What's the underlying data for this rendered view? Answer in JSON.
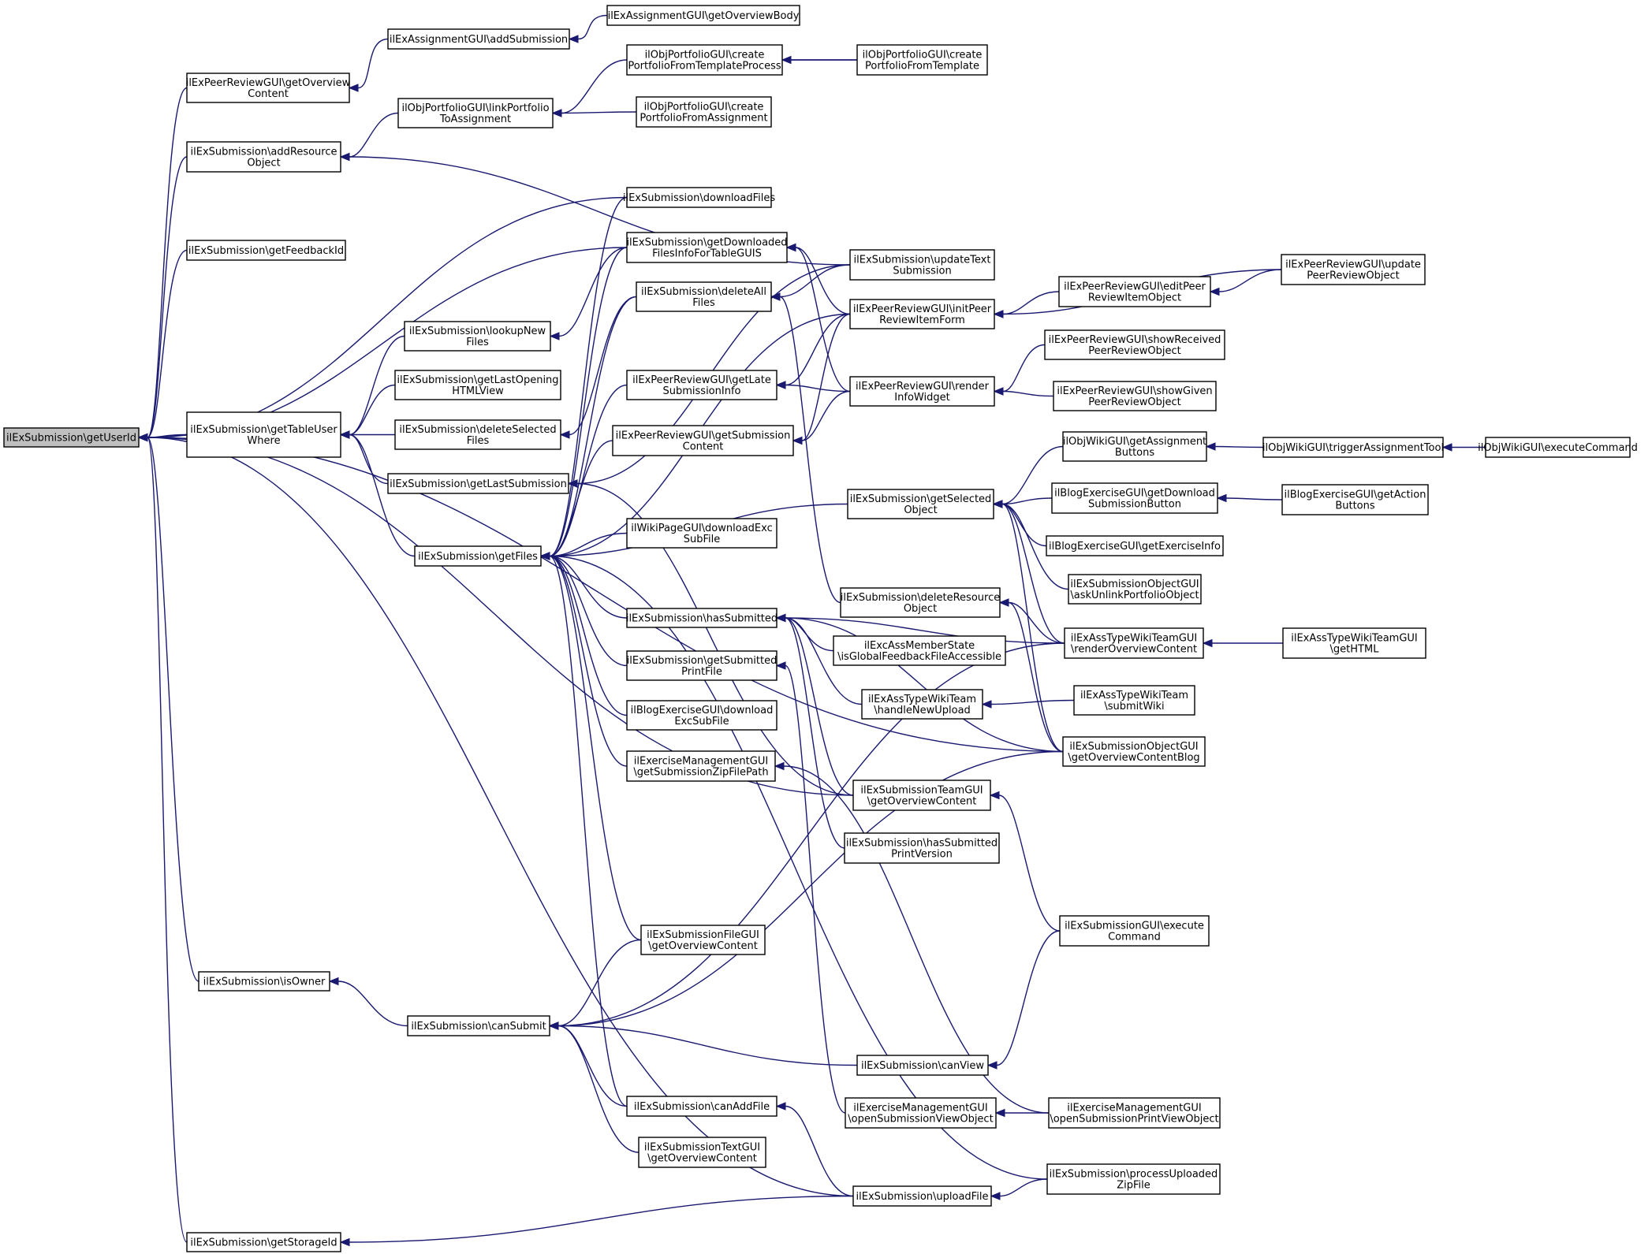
{
  "graph": {
    "root": "root",
    "nodes": [
      {
        "id": "root",
        "lines": [
          "ilExSubmission\\getUserId"
        ]
      },
      {
        "id": "peer_ov",
        "lines": [
          "ilExPeerReviewGUI\\getOverview",
          "Content"
        ]
      },
      {
        "id": "add_res",
        "lines": [
          "ilExSubmission\\addResource",
          "Object"
        ]
      },
      {
        "id": "fb_id",
        "lines": [
          "ilExSubmission\\getFeedbackId"
        ]
      },
      {
        "id": "table_where",
        "lines": [
          "ilExSubmission\\getTableUser",
          "Where"
        ]
      },
      {
        "id": "is_owner",
        "lines": [
          "ilExSubmission\\isOwner"
        ]
      },
      {
        "id": "storage_id",
        "lines": [
          "ilExSubmission\\getStorageId"
        ]
      },
      {
        "id": "assign_add",
        "lines": [
          "ilExAssignmentGUI\\addSubmission"
        ]
      },
      {
        "id": "assign_body",
        "lines": [
          "ilExAssignmentGUI\\getOverviewBody"
        ]
      },
      {
        "id": "link_pf",
        "lines": [
          "ilObjPortfolioGUI\\linkPortfolio",
          "ToAssignment"
        ]
      },
      {
        "id": "pf_tpl_proc",
        "lines": [
          "ilObjPortfolioGUI\\create",
          "PortfolioFromTemplateProcess"
        ]
      },
      {
        "id": "pf_tpl",
        "lines": [
          "ilObjPortfolioGUI\\create",
          "PortfolioFromTemplate"
        ]
      },
      {
        "id": "pf_assign",
        "lines": [
          "ilObjPortfolioGUI\\create",
          "PortfolioFromAssignment"
        ]
      },
      {
        "id": "dl_files",
        "lines": [
          "ilExSubmission\\downloadFiles"
        ]
      },
      {
        "id": "get_dl_info",
        "lines": [
          "ilExSubmission\\getDownloaded",
          "FilesInfoForTableGUIS"
        ]
      },
      {
        "id": "update_text",
        "lines": [
          "ilExSubmission\\updateText",
          "Submission"
        ]
      },
      {
        "id": "delete_all",
        "lines": [
          "ilExSubmission\\deleteAll",
          "Files"
        ]
      },
      {
        "id": "lookup_new",
        "lines": [
          "ilExSubmission\\lookupNew",
          "Files"
        ]
      },
      {
        "id": "last_opening",
        "lines": [
          "ilExSubmission\\getLastOpening",
          "HTMLView"
        ]
      },
      {
        "id": "delete_sel",
        "lines": [
          "ilExSubmission\\deleteSelected",
          "Files"
        ]
      },
      {
        "id": "last_sub",
        "lines": [
          "ilExSubmission\\getLastSubmission"
        ]
      },
      {
        "id": "get_files",
        "lines": [
          "ilExSubmission\\getFiles"
        ]
      },
      {
        "id": "late_info",
        "lines": [
          "ilExPeerReviewGUI\\getLate",
          "SubmissionInfo"
        ]
      },
      {
        "id": "sub_content",
        "lines": [
          "ilExPeerReviewGUI\\getSubmission",
          "Content"
        ]
      },
      {
        "id": "wiki_dl",
        "lines": [
          "ilWikiPageGUI\\downloadExc",
          "SubFile"
        ]
      },
      {
        "id": "has_submitted",
        "lines": [
          "ilExSubmission\\hasSubmitted"
        ]
      },
      {
        "id": "print_file",
        "lines": [
          "ilExSubmission\\getSubmitted",
          "PrintFile"
        ]
      },
      {
        "id": "blog_dl",
        "lines": [
          "ilBlogExerciseGUI\\download",
          "ExcSubFile"
        ]
      },
      {
        "id": "zip_path",
        "lines": [
          "ilExerciseManagementGUI",
          "\\getSubmissionZipFilePath"
        ]
      },
      {
        "id": "file_gui",
        "lines": [
          "ilExSubmissionFileGUI",
          "\\getOverviewContent"
        ]
      },
      {
        "id": "can_submit",
        "lines": [
          "ilExSubmission\\canSubmit"
        ]
      },
      {
        "id": "can_add",
        "lines": [
          "ilExSubmission\\canAddFile"
        ]
      },
      {
        "id": "text_gui",
        "lines": [
          "ilExSubmissionTextGUI",
          "\\getOverviewContent"
        ]
      },
      {
        "id": "init_peer",
        "lines": [
          "ilExPeerReviewGUI\\initPeer",
          "ReviewItemForm"
        ]
      },
      {
        "id": "render_info",
        "lines": [
          "ilExPeerReviewGUI\\render",
          "InfoWidget"
        ]
      },
      {
        "id": "get_selected",
        "lines": [
          "ilExSubmission\\getSelected",
          "Object"
        ]
      },
      {
        "id": "del_res",
        "lines": [
          "ilExSubmission\\deleteResource",
          "Object"
        ]
      },
      {
        "id": "member_state",
        "lines": [
          "ilExcAssMemberState",
          "\\isGlobalFeedbackFileAccessible"
        ]
      },
      {
        "id": "wiki_upload",
        "lines": [
          "ilExAssTypeWikiTeam",
          "\\handleNewUpload"
        ]
      },
      {
        "id": "team_gui",
        "lines": [
          "ilExSubmissionTeamGUI",
          "\\getOverviewContent"
        ]
      },
      {
        "id": "has_print",
        "lines": [
          "ilExSubmission\\hasSubmitted",
          "PrintVersion"
        ]
      },
      {
        "id": "can_view",
        "lines": [
          "ilExSubmission\\canView"
        ]
      },
      {
        "id": "open_view",
        "lines": [
          "ilExerciseManagementGUI",
          "\\openSubmissionViewObject"
        ]
      },
      {
        "id": "upload_file",
        "lines": [
          "ilExSubmission\\uploadFile"
        ]
      },
      {
        "id": "edit_peer",
        "lines": [
          "ilExPeerReviewGUI\\editPeer",
          "ReviewItemObject"
        ]
      },
      {
        "id": "upd_peer",
        "lines": [
          "ilExPeerReviewGUI\\update",
          "PeerReviewObject"
        ]
      },
      {
        "id": "show_recv",
        "lines": [
          "ilExPeerReviewGUI\\showReceived",
          "PeerReviewObject"
        ]
      },
      {
        "id": "show_given",
        "lines": [
          "ilExPeerReviewGUI\\showGiven",
          "PeerReviewObject"
        ]
      },
      {
        "id": "wiki_buttons",
        "lines": [
          "ilObjWikiGUI\\getAssignment",
          "Buttons"
        ]
      },
      {
        "id": "trigger_tool",
        "lines": [
          "ilObjWikiGUI\\triggerAssignmentTool"
        ]
      },
      {
        "id": "exec_cmd",
        "lines": [
          "ilObjWikiGUI\\executeCommand"
        ]
      },
      {
        "id": "blog_dl_btn",
        "lines": [
          "ilBlogExerciseGUI\\getDownload",
          "SubmissionButton"
        ]
      },
      {
        "id": "blog_action",
        "lines": [
          "ilBlogExerciseGUI\\getAction",
          "Buttons"
        ]
      },
      {
        "id": "blog_info",
        "lines": [
          "ilBlogExerciseGUI\\getExerciseInfo"
        ]
      },
      {
        "id": "ask_unlink",
        "lines": [
          "ilExSubmissionObjectGUI",
          "\\askUnlinkPortfolioObject"
        ]
      },
      {
        "id": "wiki_render",
        "lines": [
          "ilExAssTypeWikiTeamGUI",
          "\\renderOverviewContent"
        ]
      },
      {
        "id": "wiki_html",
        "lines": [
          "ilExAssTypeWikiTeamGUI",
          "\\getHTML"
        ]
      },
      {
        "id": "submit_wiki",
        "lines": [
          "ilExAssTypeWikiTeam",
          "\\submitWiki"
        ]
      },
      {
        "id": "ov_blog",
        "lines": [
          "ilExSubmissionObjectGUI",
          "\\getOverviewContentBlog"
        ]
      },
      {
        "id": "sub_exec",
        "lines": [
          "ilExSubmissionGUI\\execute",
          "Command"
        ]
      },
      {
        "id": "open_print",
        "lines": [
          "ilExerciseManagementGUI",
          "\\openSubmissionPrintViewObject"
        ]
      },
      {
        "id": "process_zip",
        "lines": [
          "ilExSubmission\\processUploaded",
          "ZipFile"
        ]
      }
    ],
    "edges": [
      [
        "root",
        "peer_ov"
      ],
      [
        "root",
        "add_res"
      ],
      [
        "root",
        "fb_id"
      ],
      [
        "root",
        "dl_files"
      ],
      [
        "root",
        "get_dl_info"
      ],
      [
        "root",
        "table_where"
      ],
      [
        "root",
        "team_gui"
      ],
      [
        "root",
        "ov_blog"
      ],
      [
        "root",
        "is_owner"
      ],
      [
        "root",
        "upload_file"
      ],
      [
        "root",
        "storage_id"
      ],
      [
        "peer_ov",
        "assign_add"
      ],
      [
        "assign_add",
        "assign_body"
      ],
      [
        "add_res",
        "link_pf"
      ],
      [
        "add_res",
        "update_text"
      ],
      [
        "link_pf",
        "pf_tpl_proc"
      ],
      [
        "link_pf",
        "pf_assign"
      ],
      [
        "pf_tpl_proc",
        "pf_tpl"
      ],
      [
        "pf_tpl",
        "pf_tpl_proc"
      ],
      [
        "table_where",
        "lookup_new"
      ],
      [
        "table_where",
        "last_opening"
      ],
      [
        "table_where",
        "delete_sel"
      ],
      [
        "table_where",
        "last_sub"
      ],
      [
        "table_where",
        "get_files"
      ],
      [
        "lookup_new",
        "get_dl_info"
      ],
      [
        "delete_sel",
        "delete_all"
      ],
      [
        "last_sub",
        "update_text"
      ],
      [
        "last_sub",
        "team_gui"
      ],
      [
        "get_files",
        "dl_files"
      ],
      [
        "get_files",
        "get_dl_info"
      ],
      [
        "get_files",
        "delete_all"
      ],
      [
        "get_files",
        "late_info"
      ],
      [
        "get_files",
        "sub_content"
      ],
      [
        "get_files",
        "wiki_dl"
      ],
      [
        "get_files",
        "has_submitted"
      ],
      [
        "get_files",
        "print_file"
      ],
      [
        "get_files",
        "blog_dl"
      ],
      [
        "get_files",
        "zip_path"
      ],
      [
        "get_files",
        "get_selected"
      ],
      [
        "get_files",
        "file_gui"
      ],
      [
        "get_files",
        "can_add"
      ],
      [
        "get_files",
        "process_zip"
      ],
      [
        "get_files",
        "init_peer"
      ],
      [
        "get_dl_info",
        "init_peer"
      ],
      [
        "get_dl_info",
        "render_info"
      ],
      [
        "delete_all",
        "update_text"
      ],
      [
        "delete_all",
        "del_res"
      ],
      [
        "late_info",
        "init_peer"
      ],
      [
        "late_info",
        "render_info"
      ],
      [
        "sub_content",
        "init_peer"
      ],
      [
        "sub_content",
        "render_info"
      ],
      [
        "has_submitted",
        "member_state"
      ],
      [
        "has_submitted",
        "wiki_upload"
      ],
      [
        "has_submitted",
        "team_gui"
      ],
      [
        "has_submitted",
        "has_print"
      ],
      [
        "has_submitted",
        "ov_blog"
      ],
      [
        "has_submitted",
        "wiki_render"
      ],
      [
        "print_file",
        "open_view"
      ],
      [
        "zip_path",
        "open_print"
      ],
      [
        "init_peer",
        "edit_peer"
      ],
      [
        "init_peer",
        "upd_peer"
      ],
      [
        "edit_peer",
        "upd_peer"
      ],
      [
        "render_info",
        "show_recv"
      ],
      [
        "render_info",
        "show_given"
      ],
      [
        "get_selected",
        "wiki_buttons"
      ],
      [
        "get_selected",
        "blog_dl_btn"
      ],
      [
        "get_selected",
        "blog_info"
      ],
      [
        "get_selected",
        "ask_unlink"
      ],
      [
        "get_selected",
        "wiki_render"
      ],
      [
        "get_selected",
        "ov_blog"
      ],
      [
        "wiki_buttons",
        "trigger_tool"
      ],
      [
        "trigger_tool",
        "exec_cmd"
      ],
      [
        "blog_dl_btn",
        "blog_action"
      ],
      [
        "del_res",
        "wiki_render"
      ],
      [
        "del_res",
        "ov_blog"
      ],
      [
        "wiki_render",
        "wiki_html"
      ],
      [
        "wiki_upload",
        "submit_wiki"
      ],
      [
        "team_gui",
        "sub_exec"
      ],
      [
        "is_owner",
        "can_submit"
      ],
      [
        "can_submit",
        "file_gui"
      ],
      [
        "can_submit",
        "wiki_render"
      ],
      [
        "can_submit",
        "ov_blog"
      ],
      [
        "can_submit",
        "can_view"
      ],
      [
        "can_submit",
        "can_add"
      ],
      [
        "can_submit",
        "text_gui"
      ],
      [
        "can_view",
        "sub_exec"
      ],
      [
        "can_add",
        "upload_file"
      ],
      [
        "open_view",
        "open_print"
      ],
      [
        "upload_file",
        "process_zip"
      ],
      [
        "storage_id",
        "upload_file"
      ]
    ]
  }
}
